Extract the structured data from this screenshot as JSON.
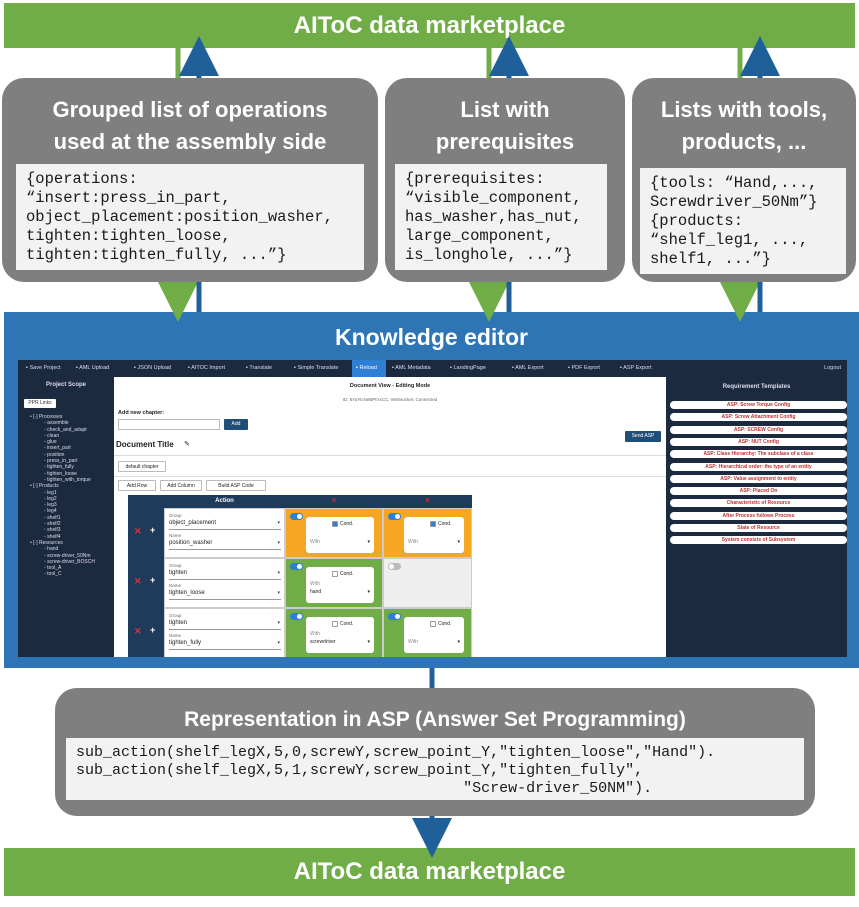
{
  "top_bar": "AIToC data marketplace",
  "bottom_bar": "AIToC data marketplace",
  "boxes": {
    "operations": {
      "title_lines": [
        "Grouped list of operations",
        "used at the assembly side"
      ],
      "code": "{operations:\n“insert:press_in_part,\nobject_placement:position_washer,\ntighten:tighten_loose,\ntighten:tighten_fully, ...”}"
    },
    "prerequisites": {
      "title_lines": [
        "List with",
        "prerequisites"
      ],
      "code": "{prerequisites:\n“visible_component,\nhas_washer,has_nut,\nlarge_component,\nis_longhole, ...”}"
    },
    "tools": {
      "title_lines": [
        "Lists with tools,",
        "products, ..."
      ],
      "code": "{tools: “Hand,...,\nScrewdriver_50Nm”}\n{products:\n“shelf_leg1, ...,\nshelf1, ...”}"
    }
  },
  "knowledge_editor": {
    "title": "Knowledge editor",
    "app": {
      "menu": [
        "Save Project",
        "AML Upload",
        "JSON Upload",
        "AITOC Import",
        "Translate",
        "Simple Translate",
        "Reload",
        "AML Metadata",
        "LandingPage",
        "AML Export",
        "PDF Export",
        "ASP Export"
      ],
      "active_menu": "Reload",
      "logout": "Logout",
      "project_scope": "Project Scope",
      "ppr_links": "PPR Links",
      "tree": [
        {
          "label": "[-] Processes",
          "level": 1
        },
        {
          "label": "assemble",
          "level": 2
        },
        {
          "label": "check_and_adapt",
          "level": 2
        },
        {
          "label": "clean",
          "level": 2
        },
        {
          "label": "glue",
          "level": 2
        },
        {
          "label": "insert_part",
          "level": 2
        },
        {
          "label": "position",
          "level": 2
        },
        {
          "label": "press_in_part",
          "level": 2
        },
        {
          "label": "tighten_fully",
          "level": 2
        },
        {
          "label": "tighten_loose",
          "level": 2
        },
        {
          "label": "tighten_with_torque",
          "level": 2
        },
        {
          "label": "[-] Products",
          "level": 1
        },
        {
          "label": "leg1",
          "level": 2
        },
        {
          "label": "leg2",
          "level": 2
        },
        {
          "label": "leg3",
          "level": 2
        },
        {
          "label": "leg4",
          "level": 2
        },
        {
          "label": "shelf1",
          "level": 2
        },
        {
          "label": "shelf2",
          "level": 2
        },
        {
          "label": "shelf3",
          "level": 2
        },
        {
          "label": "shelf4",
          "level": 2
        },
        {
          "label": "[-] Resources",
          "level": 1
        },
        {
          "label": "hand",
          "level": 2
        },
        {
          "label": "screw-driver_50Nm",
          "level": 2
        },
        {
          "label": "screw-driver_BOSCH",
          "level": 2
        },
        {
          "label": "tool_A",
          "level": 2
        },
        {
          "label": "tool_C",
          "level": 2
        }
      ],
      "doc_view": "Document View - Editing Mode",
      "doc_id": "ID: 5YaYicNeBPtVxCC, Websocket: Connected",
      "add_chapter_label": "Add new chapter:",
      "add_button": "Add",
      "send_asp": "Send ASP",
      "doc_title": "Document Title",
      "default_chapter": "default chapter",
      "add_row": "Add Row",
      "add_column": "Add Column",
      "build_asp": "Build ASP Code",
      "action_header": "Action",
      "group_label": "Group",
      "name_label": "Name",
      "cond_label": "Cond.",
      "with_label": "With",
      "rows": [
        {
          "group": "object_placement",
          "name": "position_washer",
          "a": {
            "on": true,
            "cond": true,
            "with": "With",
            "color": "#f5a623"
          },
          "b": {
            "on": true,
            "cond": true,
            "with": "With",
            "color": "#f5a623"
          }
        },
        {
          "group": "tighten",
          "name": "tighten_loose",
          "a": {
            "on": true,
            "cond": false,
            "with": "hand",
            "color": "#70ad47"
          },
          "b": {
            "on": false,
            "cond": false,
            "with": "",
            "color": "#eeeeee"
          }
        },
        {
          "group": "tighten",
          "name": "tighten_fully",
          "a": {
            "on": true,
            "cond": false,
            "with": "screwdriver",
            "color": "#70ad47"
          },
          "b": {
            "on": true,
            "cond": false,
            "with": "With",
            "color": "#70ad47"
          }
        }
      ],
      "requirement_templates_title": "Requirement Templates",
      "templates": [
        "ASP: Screw Torque Config",
        "ASP: Screw Attachment Config",
        "ASP: SCREW Config",
        "ASP: NUT Config",
        "ASP: Class Hierarchy: The subclass of a class",
        "ASP: Hierarchical order: the type of an entity",
        "ASP: Value assignment to entity",
        "ASP: Placed On",
        "Characteristic of Resource",
        "After Process follows Process",
        "State of Resource",
        "System consists of Subsystem"
      ]
    }
  },
  "asp": {
    "title": "Representation in ASP (Answer Set Programming)",
    "code": "sub_action(shelf_legX,5,0,screwY,screw_point_Y,\"tighten_loose\",\"Hand\").\nsub_action(shelf_legX,5,1,screwY,screw_point_Y,\"tighten_fully\",\n                                           \"Screw-driver_50NM\")."
  },
  "colors": {
    "green": "#70ad47",
    "blue": "#2e75b6",
    "gray": "#7f7f7f",
    "arrow_blue": "#1f5f9a"
  }
}
